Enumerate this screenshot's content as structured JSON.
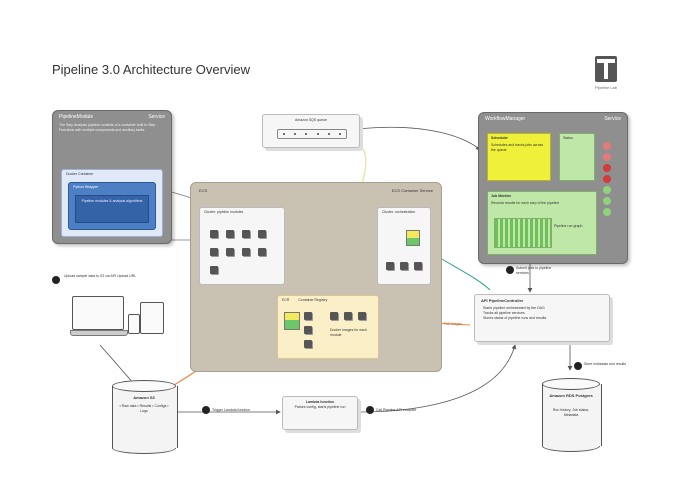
{
  "title": "Pipeline 3.0 Architecture Overview",
  "logo": {
    "caption": "Pipeline Lab"
  },
  "pipeline_module": {
    "name": "PipelineModule",
    "kind": "Service",
    "description": "The Step Analysis pipeline consists of a container built to Step Functions with multiple components and ancillary tasks.",
    "docker_container": "Docker Container",
    "python_wrapper": "Python Wrapper",
    "inner_caption": "Pipeline modules & analysis algorithms"
  },
  "queue": {
    "title": "Amazon SQS queue"
  },
  "ecs": {
    "label": "ECS",
    "service": "ECS Container Service"
  },
  "cluster_a": {
    "label": "Cluster: pipeline modules"
  },
  "cluster_b": {
    "label": "Cluster: orchestration"
  },
  "ecr": {
    "label": "ECR",
    "name": "Container Registry",
    "note": "Docker images for each module"
  },
  "workflow_manager": {
    "name": "WorkflowManager",
    "kind": "Service",
    "scheduler_title": "Scheduler",
    "scheduler_text": "Schedules and tracks jobs across the queue",
    "status_title": "Status",
    "logs_title": "Job Monitor",
    "logs_text": "Records results for each step of the pipeline",
    "plot_caption": "Pipeline run graph"
  },
  "upload": {
    "step": "1",
    "text": "Upload sample data to S3 via API Upload URL"
  },
  "s3": {
    "name": "Amazon S3",
    "text": "• Raw data • Results • Configs • Logs"
  },
  "trigger": {
    "step": "2",
    "text": "Trigger Lambda function"
  },
  "lambda": {
    "name": "Lambda function",
    "text": "Parses config, starts pipeline run"
  },
  "call_api": {
    "step": "3",
    "text": "Call Pipeline API endpoint"
  },
  "api": {
    "name": "API PipelineController",
    "bullets": [
      "Starts pipeline orchestrated by the DAG",
      "Tracks all pipeline services",
      "Stores status of pipeline runs and results"
    ]
  },
  "submit": {
    "step": "4",
    "text": "Submit jobs to pipeline services"
  },
  "rds_note": {
    "step": "5",
    "text": "Store metadata and results"
  },
  "rds": {
    "name": "Amazon RDS Postgres",
    "text": "Run history, Job status, Metadata"
  },
  "ecr_link": {
    "text": "Pull images"
  },
  "colors": {
    "panel_gray": "#8f8f8f",
    "cluster_tan": "#c9c2b2",
    "ecr_fill": "#fbefc8",
    "scheduler_yellow": "#eef03a",
    "monitor_green": "#bfe8a8",
    "link_orange": "#f08a4a",
    "link_green": "#2aa38a",
    "python_blue": "#4d7fc5"
  }
}
